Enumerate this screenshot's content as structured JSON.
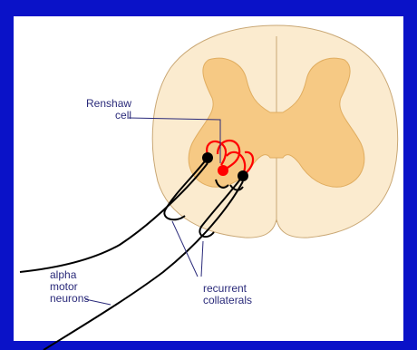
{
  "labels": {
    "renshaw_line1": "Renshaw",
    "renshaw_line2": "cell",
    "alpha_line1": "alpha",
    "alpha_line2": "motor",
    "alpha_line3": "neurons",
    "recurrent_line1": "recurrent",
    "recurrent_line2": "collaterals"
  },
  "colors": {
    "background": "#0a12c8",
    "spinal_white_matter": "#fbebcf",
    "spinal_gray_matter": "#f6c984",
    "outline": "#c9a774",
    "neuron": "#000000",
    "renshaw_cell": "#ff0000",
    "label_text": "#2a2a7a"
  }
}
